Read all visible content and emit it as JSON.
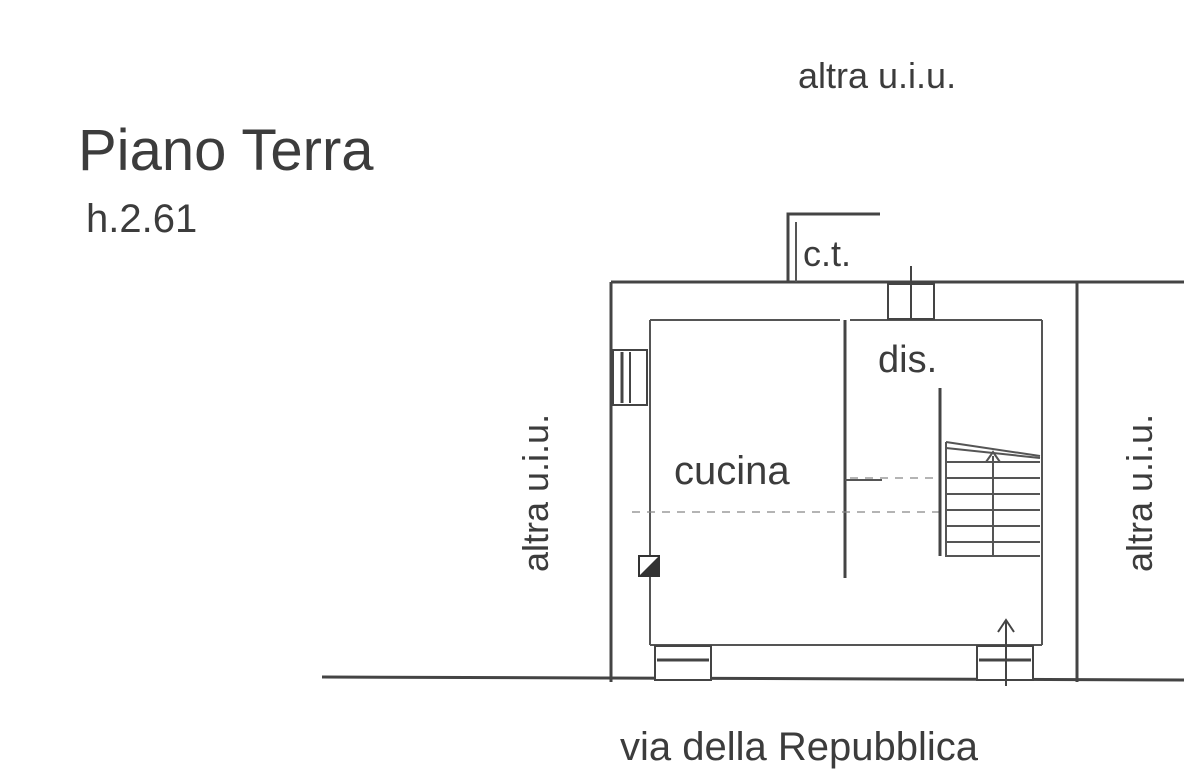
{
  "title": "Piano Terra",
  "height_label": "h.2.61",
  "neighbor_top": "altra u.i.u.",
  "neighbor_left": "altra u.i.u.",
  "neighbor_right": "altra u.i.u.",
  "rooms": {
    "ct": "c.t.",
    "dis": "dis.",
    "cucina": "cucina"
  },
  "street": "via della Repubblica"
}
